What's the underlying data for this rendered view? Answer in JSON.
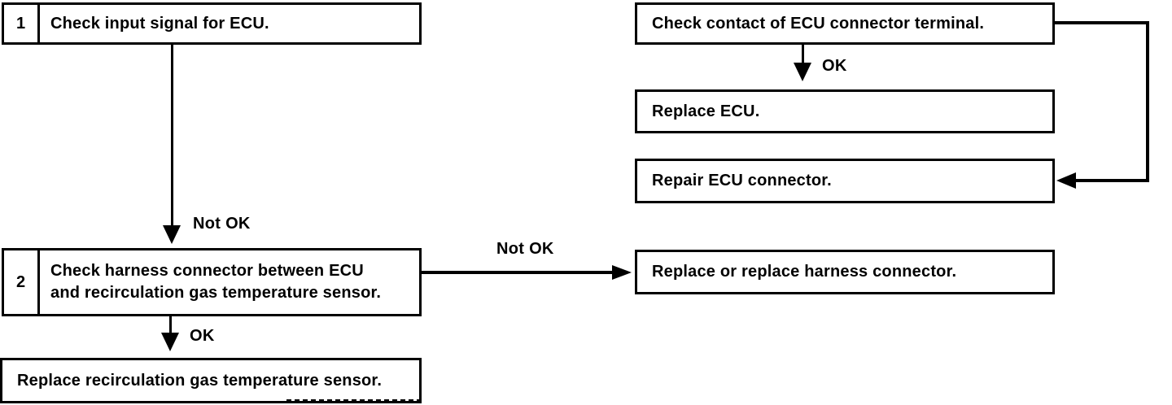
{
  "colors": {
    "line": "#000000",
    "background": "#ffffff",
    "box_background": "#ffffff"
  },
  "nodes": {
    "step1": {
      "number": "1",
      "label": "Check input signal for ECU."
    },
    "step2": {
      "number": "2",
      "label_lines": [
        "Check harness connector between ECU",
        "and recirculation gas temperature sensor."
      ]
    },
    "replace_sensor": {
      "label": "Replace recirculation gas temperature sensor."
    },
    "check_contact": {
      "label": "Check contact of ECU connector terminal."
    },
    "replace_ecu": {
      "label": "Replace ECU."
    },
    "repair_connector": {
      "label": "Repair ECU connector."
    },
    "replace_harness": {
      "label": "Replace or replace harness connector."
    }
  },
  "edges": {
    "step1_to_step2_label": "Not OK",
    "step2_to_replace_sensor_label": "OK",
    "step2_to_replace_harness_label": "Not OK",
    "check_contact_to_replace_ecu_label": "OK"
  }
}
